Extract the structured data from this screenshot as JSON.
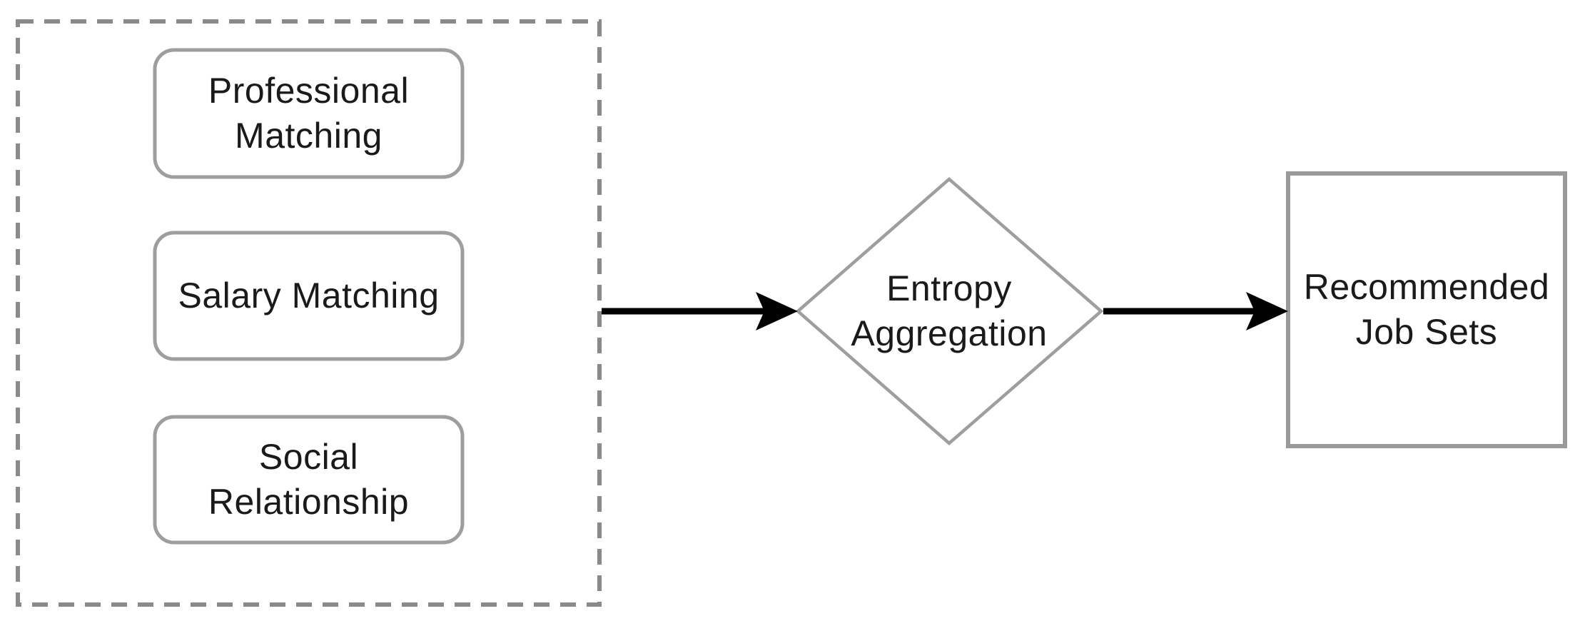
{
  "diagram": {
    "type": "flowchart",
    "colors": {
      "background": "#ffffff",
      "node_border": "#9e9e9e",
      "group_dash_border": "#8a8a8a",
      "node_fill": "#ffffff",
      "arrow": "#000000",
      "text": "#1a1a1a"
    },
    "group": {
      "description": "dashed container holding the three matching-criteria nodes"
    },
    "nodes": {
      "professional_matching": {
        "label": "Professional Matching",
        "shape": "rounded-rect"
      },
      "salary_matching": {
        "label": "Salary Matching",
        "shape": "rounded-rect"
      },
      "social_relationship": {
        "label": "Social Relationship",
        "shape": "rounded-rect"
      },
      "entropy_aggregation": {
        "label": "Entropy Aggregation",
        "shape": "diamond"
      },
      "recommended_job_sets": {
        "label": "Recommended Job Sets",
        "shape": "rect"
      }
    },
    "edges": [
      {
        "from": "matching-criteria-group",
        "to": "entropy_aggregation",
        "style": "solid-black-arrow"
      },
      {
        "from": "entropy_aggregation",
        "to": "recommended_job_sets",
        "style": "solid-black-arrow"
      }
    ]
  }
}
